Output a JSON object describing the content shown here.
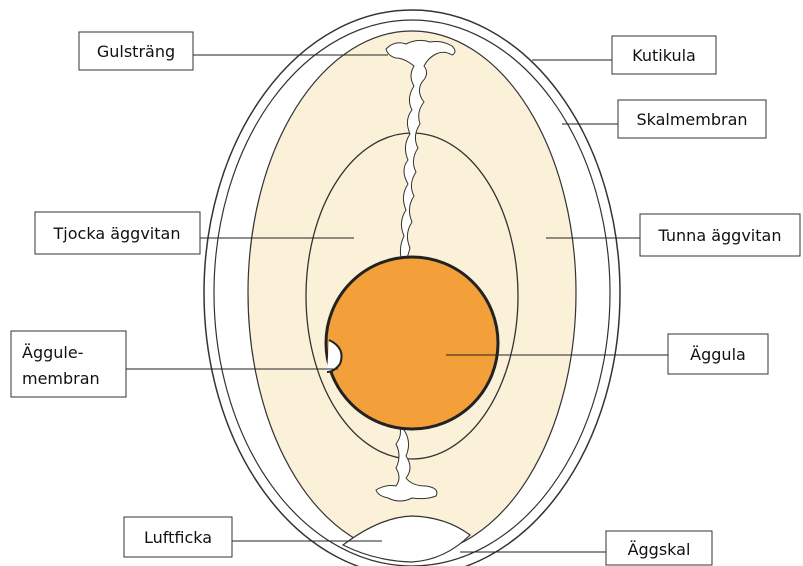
{
  "diagram": {
    "labels": {
      "gulstrang": "Gulsträng",
      "kutikula": "Kutikula",
      "skalmembran": "Skalmembran",
      "tjocka_aggvitan": "Tjocka äggvitan",
      "tunna_aggvitan": "Tunna äggvitan",
      "aggulemembran_line1": "Äggule-",
      "aggulemembran_line2": "membran",
      "aggula": "Äggula",
      "luftficka": "Luftficka",
      "aggskal": "Äggskal"
    },
    "colors": {
      "yolk": "#F4A03A",
      "albumen": "#FBF1D8",
      "shell": "#FFFFFF",
      "outline": "#333333",
      "air_pocket": "#FFFFFF"
    }
  }
}
